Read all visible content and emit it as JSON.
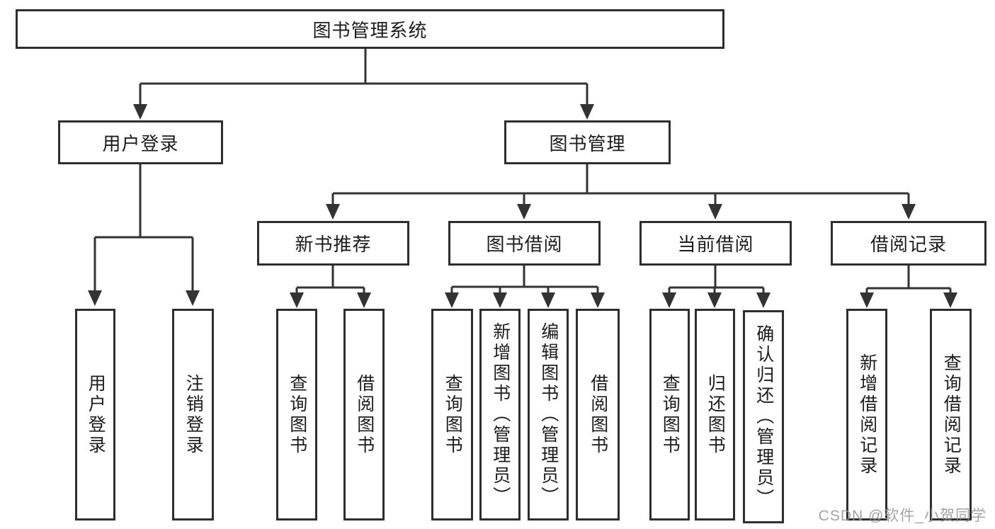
{
  "diagram_title": "图书管理系统",
  "tree": {
    "label": "图书管理系统",
    "children": [
      {
        "label": "用户登录",
        "children": [
          {
            "label": "用户登录"
          },
          {
            "label": "注销登录"
          }
        ]
      },
      {
        "label": "图书管理",
        "children": [
          {
            "label": "新书推荐",
            "children": [
              {
                "label": "查询图书"
              },
              {
                "label": "借阅图书"
              }
            ]
          },
          {
            "label": "图书借阅",
            "children": [
              {
                "label": "查询图书"
              },
              {
                "label": "新增图书（管理员）"
              },
              {
                "label": "编辑图书（管理员）"
              },
              {
                "label": "借阅图书"
              }
            ]
          },
          {
            "label": "当前借阅",
            "children": [
              {
                "label": "查询图书"
              },
              {
                "label": "归还图书"
              },
              {
                "label": "确认归还（管理员）"
              }
            ]
          },
          {
            "label": "借阅记录",
            "children": [
              {
                "label": "新增借阅记录"
              },
              {
                "label": "查询借阅记录"
              }
            ]
          }
        ]
      }
    ]
  },
  "watermark": {
    "text": "CSDN @软件_小贺同学"
  },
  "colors": {
    "line": "#333333",
    "node_border": "#2e2e2e",
    "node_fill": "#ffffff",
    "text": "#1c1c1c",
    "watermark": "#969696"
  }
}
